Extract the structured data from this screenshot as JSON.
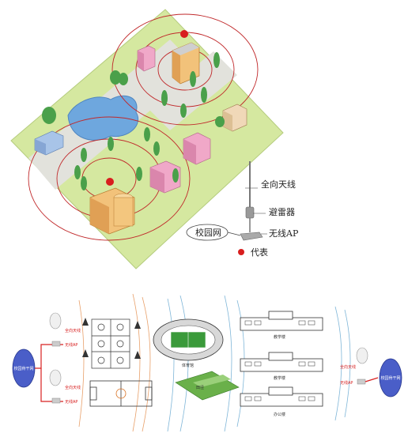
{
  "top_diagram": {
    "labels": {
      "antenna": "全向天线",
      "arrester": "避雷器",
      "campus_net": "校园网",
      "wireless_ap": "无线AP",
      "represents": "代表"
    }
  },
  "bottom_diagram": {
    "left_node": "校园骨干网",
    "right_node": "校园骨干网",
    "ap_pairs": [
      {
        "antenna": "全向天线",
        "ap": "无线AP"
      },
      {
        "antenna": "全向天线",
        "ap": "无线AP"
      }
    ],
    "right_ap": {
      "antenna": "全向天线",
      "ap": "无线AP"
    },
    "buildings": [
      "教学楼",
      "教学楼",
      "办公楼"
    ],
    "stadium_label": "体育馆",
    "field_label": "田径"
  },
  "colors": {
    "grass": "#d5e8a0",
    "path": "#e2e2dc",
    "coverage_ring": "#c0282a",
    "marker": "#d81e1e",
    "wave_blue": "#7fb6d8",
    "wave_orange": "#e8a06a"
  }
}
